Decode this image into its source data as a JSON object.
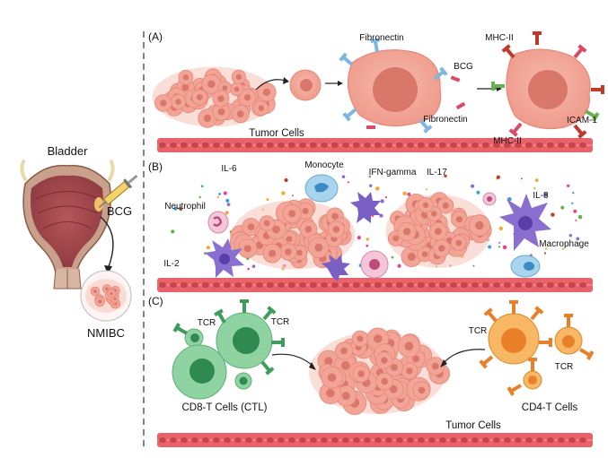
{
  "left": {
    "bladder_label": "Bladder",
    "bcg_label": "BCG",
    "nmibc_label": "NMIBC"
  },
  "panel_a": {
    "label": "(A)",
    "tumor_cells": "Tumor Cells",
    "fibronectin_top": "Fibronectin",
    "fibronectin_bottom": "Fibronectin",
    "bcg": "BCG",
    "mhc2_top": "MHC-II",
    "mhc2_bottom": "MHC-II",
    "icam1": "ICAM-1"
  },
  "panel_b": {
    "label": "(B)",
    "il6": "IL-6",
    "monocyte": "Monocyte",
    "ifn_gamma": "IFN-gamma",
    "il17": "IL-17",
    "il8": "IL-8",
    "neutrophil": "Neutrophil",
    "macrophage": "Macrophage",
    "il2": "IL-2"
  },
  "panel_c": {
    "label": "(C)",
    "tcr_left1": "TCR",
    "tcr_left2": "TCR",
    "cd8": "CD8-T Cells (CTL)",
    "tumor_cells": "Tumor Cells",
    "tcr_right1": "TCR",
    "tcr_right2": "TCR",
    "cd4": "CD4-T Cells"
  },
  "colors": {
    "tumor": "#f2a596",
    "tumor_dark": "#d9776a",
    "vessel": "#e8626a",
    "cd8": "#6fc48a",
    "cd4": "#f5a54a",
    "macrophage": "#8a6fd1",
    "monocyte": "#a8d4ee"
  }
}
